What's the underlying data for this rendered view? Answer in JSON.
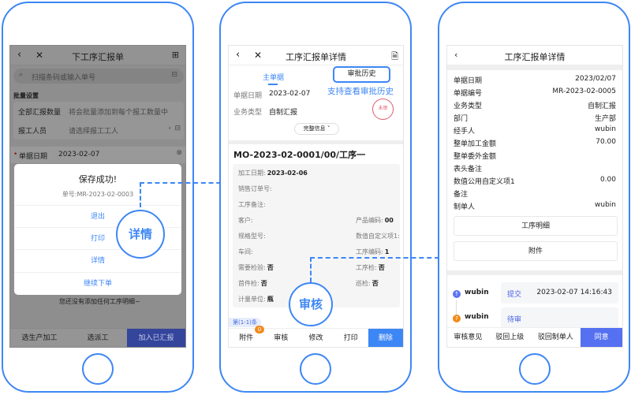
{
  "phone1": {
    "title": "下工序汇报单",
    "search_placeholder": "扫描条码或输入单号",
    "section": "批量设置",
    "rows": [
      {
        "label": "全部汇报数量",
        "value": "将会批量添加到每个报工数量中"
      },
      {
        "label": "报工人员",
        "value": "请选择报工工人"
      }
    ],
    "date_label": "单据日期",
    "date_value": "2023-02-07",
    "empty_text": "您还没有添加任何工序明细~",
    "dialog": {
      "title": "保存成功!",
      "number": "单号:MR-2023-02-0003",
      "actions": [
        "退出",
        "打印",
        "详情",
        "继续下单"
      ]
    },
    "bottom": [
      "选生产加工",
      "选派工",
      "加入已汇报"
    ],
    "magnifier": "详情"
  },
  "phone2": {
    "title": "工序汇报单详情",
    "tab": "主单据",
    "history_button": "审批历史",
    "annotation": "支持查看审批历史",
    "fields": [
      {
        "label": "单据日期",
        "value": "2023-02-07"
      },
      {
        "label": "业务类型",
        "value": "自制汇报"
      }
    ],
    "stamp": "未审",
    "more": "完整信息",
    "item_title": "MO-2023-02-0001/00/工序一",
    "detail": [
      [
        {
          "label": "加工日期:",
          "value": "2023-02-06"
        }
      ],
      [
        {
          "label": "销售订单号:",
          "value": ""
        }
      ],
      [
        {
          "label": "工序备注:",
          "value": ""
        }
      ],
      [
        {
          "label": "客户:",
          "value": ""
        },
        {
          "label": "产品编码:",
          "value": "00"
        }
      ],
      [
        {
          "label": "规格型号:",
          "value": ""
        },
        {
          "label": "数值自定义项1:",
          "value": ""
        }
      ],
      [
        {
          "label": "车间:",
          "value": ""
        },
        {
          "label": "工序编码:",
          "value": "1"
        }
      ],
      [
        {
          "label": "需要检验:",
          "value": "否"
        },
        {
          "label": "工序检:",
          "value": "否"
        }
      ],
      [
        {
          "label": "首件检:",
          "value": "否"
        },
        {
          "label": "巡检:",
          "value": "否"
        }
      ],
      [
        {
          "label": "计量单位:",
          "value": "瓶"
        }
      ]
    ],
    "pager": "第(1-1)条",
    "bottom": [
      "附件",
      "审核",
      "修改",
      "打印",
      "删除"
    ],
    "badge": "0",
    "magnifier": "审核"
  },
  "phone3": {
    "title": "工序汇报单详情",
    "rows": [
      {
        "label": "单据日期",
        "value": "2023/02/07"
      },
      {
        "label": "单据编号",
        "value": "MR-2023-02-0005"
      },
      {
        "label": "业务类型",
        "value": "自制汇报"
      },
      {
        "label": "部门",
        "value": "生产部"
      },
      {
        "label": "经手人",
        "value": "wubin"
      },
      {
        "label": "整单加工金额",
        "value": "70.00"
      },
      {
        "label": "整单委外金额",
        "value": ""
      },
      {
        "label": "表头备注",
        "value": ""
      },
      {
        "label": "数值公用自定义项1",
        "value": "0.00"
      },
      {
        "label": "备注",
        "value": ""
      },
      {
        "label": "制单人",
        "value": "wubin"
      }
    ],
    "buttons": [
      "工序明细",
      "附件"
    ],
    "timeline": [
      {
        "user": "wubin",
        "status": "提交",
        "time": "2023-02-07 14:16:43"
      },
      {
        "user": "wubin",
        "status": "待审",
        "time": ""
      }
    ],
    "bottom": [
      "审核意见",
      "驳回上级",
      "驳回制单人",
      "同意"
    ]
  }
}
